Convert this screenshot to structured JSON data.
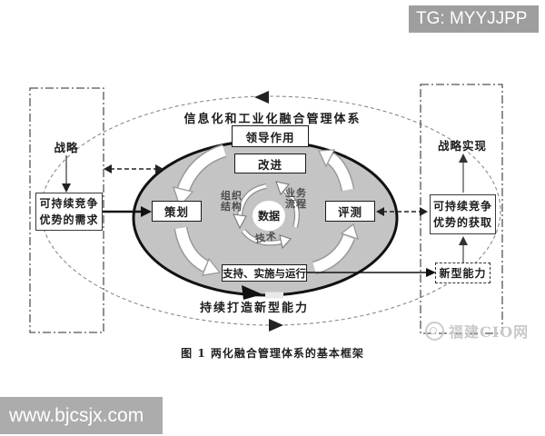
{
  "badges": {
    "tg": "TG: MYYJJPP",
    "site": "www.bjcsjx.com",
    "cio": "福建CIO网"
  },
  "figure": {
    "system_title": "信息化和工业化融合管理体系",
    "bottom_banner": "持续打造新型能力",
    "caption": "图 1  两化融合管理体系的基本框架",
    "boxes": {
      "leadership": "领导作用",
      "improvement": "改进",
      "planning": "策划",
      "evaluation": "评测",
      "support": "支持、实施与运行",
      "new_capability": "新型能力"
    },
    "core": {
      "data": "数据",
      "org_line1": "组织",
      "org_line2": "结构",
      "biz_line1": "业务",
      "biz_line2": "流程",
      "tech": "技术"
    },
    "left_column": {
      "strategy": "战略",
      "need_line1": "可持续竞争",
      "need_line2": "优势的需求"
    },
    "right_column": {
      "strategy_realization": "战略实现",
      "gain_line1": "可持续竞争",
      "gain_line2": "优势的获取"
    }
  },
  "colors": {
    "inner_ellipse_fill": "#c4c4c4",
    "inner_ellipse_border": "#111111",
    "tg_badge_gray": "#9e9e9e",
    "site_badge_gray": "#acacac",
    "watermark_gray": "#c9c9c9",
    "dashed_line_gray": "#8a8a8a",
    "ink": "#1c1c1c"
  }
}
